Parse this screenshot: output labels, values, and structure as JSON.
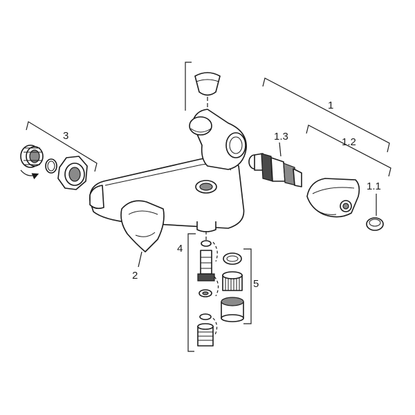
{
  "labels": {
    "assembly_1": "1",
    "assembly_1_2": "1.2",
    "part_1_1": "1.1",
    "part_1_3": "1.3",
    "assembly_3": "3",
    "part_2": "2",
    "assembly_4": "4",
    "assembly_5": "5"
  }
}
